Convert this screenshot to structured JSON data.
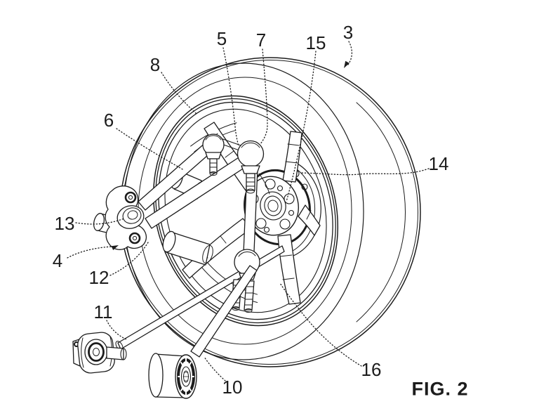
{
  "figure": {
    "caption": "FIG. 2",
    "colors": {
      "ink": "#1c1c1c",
      "background": "#ffffff"
    },
    "labels": [
      {
        "text": "3"
      },
      {
        "text": "4"
      },
      {
        "text": "5"
      },
      {
        "text": "6"
      },
      {
        "text": "7"
      },
      {
        "text": "8"
      },
      {
        "text": "10"
      },
      {
        "text": "11"
      },
      {
        "text": "12"
      },
      {
        "text": "13"
      },
      {
        "text": "14"
      },
      {
        "text": "15"
      },
      {
        "text": "16"
      }
    ]
  }
}
